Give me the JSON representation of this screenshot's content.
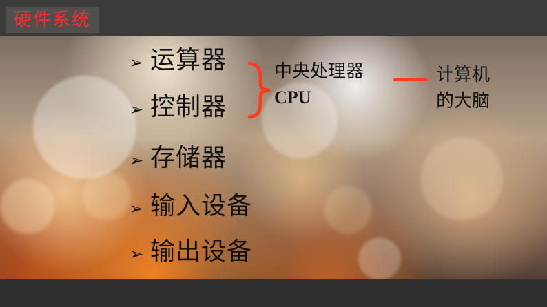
{
  "header": {
    "title": "硬件系统"
  },
  "components": {
    "bullet_symbol": "➢",
    "items": [
      {
        "label": "运算器"
      },
      {
        "label": "控制器"
      },
      {
        "label": "存储器"
      },
      {
        "label": "输入设备"
      },
      {
        "label": "输出设备"
      }
    ]
  },
  "cpu_group": {
    "line1": "中央处理器",
    "line2": "CPU"
  },
  "brain_group": {
    "line1": "计算机",
    "line2": "的大脑"
  },
  "colors": {
    "title_red": "#ff2a2a",
    "accent_red": "#ff3b1f",
    "top_bar": "#3d3b39",
    "bottom_bar": "#2f2f2f",
    "text": "#111111"
  }
}
